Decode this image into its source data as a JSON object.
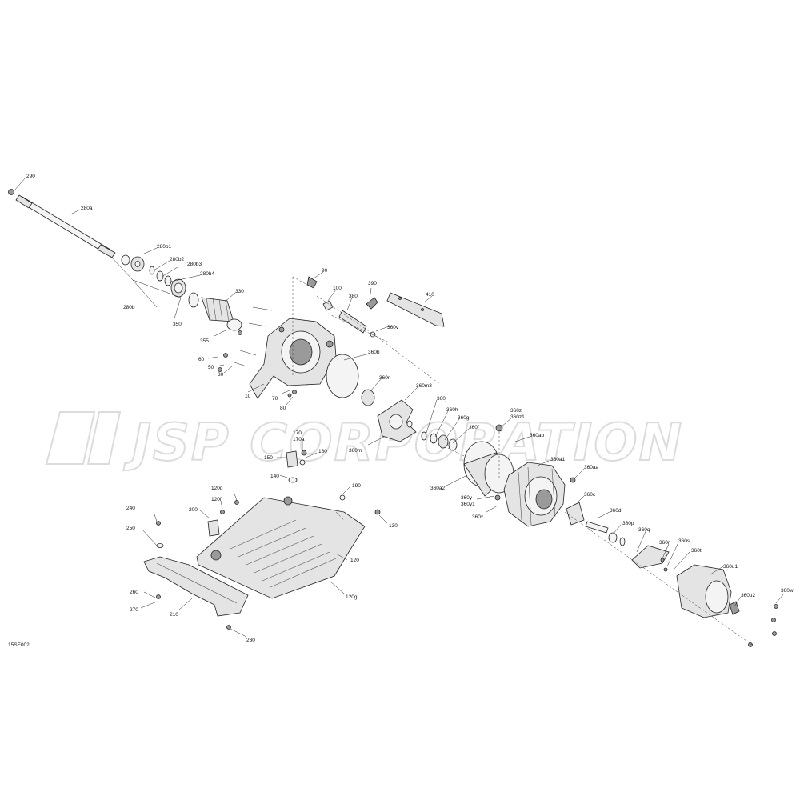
{
  "watermark": "JSP CORPORATION",
  "code": "15SE002",
  "labels": {
    "l290": "290",
    "l280a": "280a",
    "l280b1": "280b1",
    "l280b2": "280b2",
    "l280b3": "280b3",
    "l280b4": "280b4",
    "l280b": "280b",
    "l350": "350",
    "l330": "330",
    "l355": "355",
    "l60": "60",
    "l50": "50",
    "l30": "30",
    "l10": "10",
    "l70": "70",
    "l80": "80",
    "l90": "90",
    "l100": "100",
    "l380": "380",
    "l390": "390",
    "l410": "410",
    "l360v": "360v",
    "l360b": "360b",
    "l360n": "360n",
    "l360m3": "360m3",
    "l360j": "360j",
    "l360h": "360h",
    "l360g": "360g",
    "l360f": "360f",
    "l360m": "360m",
    "l360z": "360z",
    "l360z1": "360z1",
    "l360ab": "360ab",
    "l360a1": "360a1",
    "l360aa": "360aa",
    "l360a2": "360a2",
    "l360y": "360y",
    "l360y1": "360y1",
    "l360x": "360x",
    "l360c": "360c",
    "l360d": "360d",
    "l360p": "360p",
    "l360q": "360q",
    "l360r": "360r",
    "l360s": "360s",
    "l360t": "360t",
    "l360u1": "360u1",
    "l360u2": "360u2",
    "l360w": "360w",
    "l170": "170",
    "l170a": "170a",
    "l150": "150",
    "l160": "160",
    "l140": "140",
    "l120d": "120d",
    "l120f": "120f",
    "l190": "190",
    "l200": "200",
    "l130": "130",
    "l240": "240",
    "l250": "250",
    "l120": "120",
    "l120g": "120g",
    "l260": "260",
    "l270": "270",
    "l210": "210",
    "l230": "230"
  }
}
